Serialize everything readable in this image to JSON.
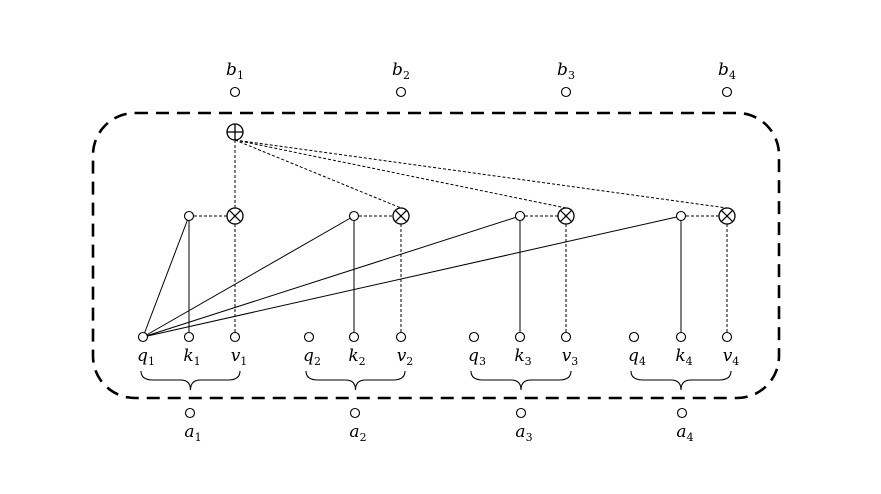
{
  "diagram": {
    "outputs": [
      {
        "letter": "b",
        "index": "1"
      },
      {
        "letter": "b",
        "index": "2"
      },
      {
        "letter": "b",
        "index": "3"
      },
      {
        "letter": "b",
        "index": "4"
      }
    ],
    "groups": [
      {
        "q": {
          "letter": "q",
          "index": "1"
        },
        "k": {
          "letter": "k",
          "index": "1"
        },
        "v": {
          "letter": "v",
          "index": "1"
        },
        "a": {
          "letter": "a",
          "index": "1"
        }
      },
      {
        "q": {
          "letter": "q",
          "index": "2"
        },
        "k": {
          "letter": "k",
          "index": "2"
        },
        "v": {
          "letter": "v",
          "index": "2"
        },
        "a": {
          "letter": "a",
          "index": "2"
        }
      },
      {
        "q": {
          "letter": "q",
          "index": "3"
        },
        "k": {
          "letter": "k",
          "index": "3"
        },
        "v": {
          "letter": "v",
          "index": "3"
        },
        "a": {
          "letter": "a",
          "index": "3"
        }
      },
      {
        "q": {
          "letter": "q",
          "index": "4"
        },
        "k": {
          "letter": "k",
          "index": "4"
        },
        "v": {
          "letter": "v",
          "index": "4"
        },
        "a": {
          "letter": "a",
          "index": "4"
        }
      }
    ],
    "sum_symbol": "⊕",
    "multiply_symbol": "⊗",
    "line_color": "#000000"
  }
}
